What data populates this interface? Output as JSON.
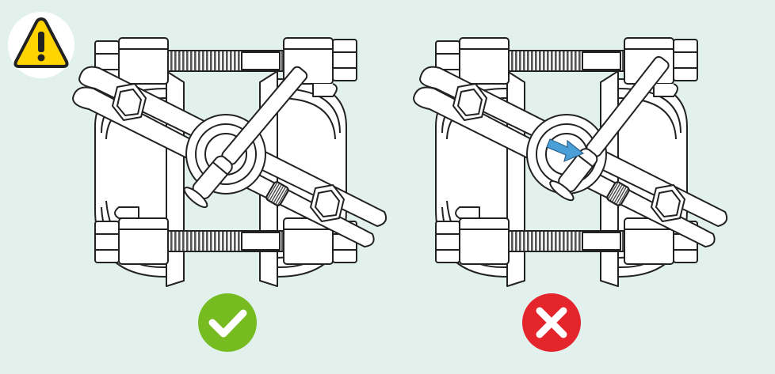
{
  "colors": {
    "background": "#e2f1ec",
    "line": "#222222",
    "metal_fill": "#ffffff",
    "thread_fill": "#555555",
    "warning_fill": "#ffd400",
    "warning_circle": "#ffffff",
    "correct_badge": "#76bc21",
    "incorrect_badge": "#e5252c",
    "arrow": "#4a9fd8"
  },
  "icons": {
    "warning": "warning-triangle-icon",
    "correct": "check-circle-icon",
    "incorrect": "x-circle-icon",
    "direction": "arrow-icon"
  },
  "panels": [
    {
      "id": "correct",
      "verdict": "correct"
    },
    {
      "id": "incorrect",
      "verdict": "incorrect"
    }
  ]
}
